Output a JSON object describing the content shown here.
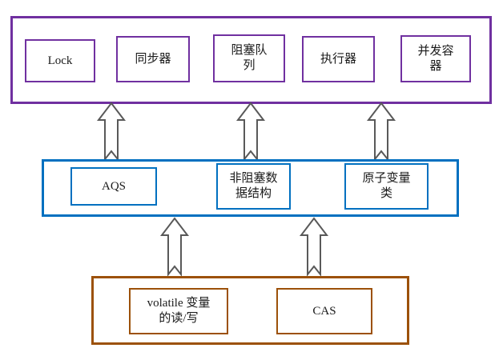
{
  "diagram": {
    "title": "Java Concurrency Layered Architecture",
    "colors": {
      "top_layer": "#7030A0",
      "middle_layer": "#0070C0",
      "bottom_layer": "#9C5109",
      "arrow_stroke": "#595959",
      "background": "#FFFFFF",
      "text": "#1A1A1A"
    },
    "layers": [
      {
        "id": "top",
        "name": "top-layer",
        "color": "#7030A0",
        "nodes": [
          {
            "id": "lock",
            "label": "Lock"
          },
          {
            "id": "synchronizer",
            "label": "同步器"
          },
          {
            "id": "blocking-queue",
            "label": "阻塞队\n列"
          },
          {
            "id": "executor",
            "label": "执行器"
          },
          {
            "id": "concurrent-container",
            "label": "并发容\n器"
          }
        ]
      },
      {
        "id": "middle",
        "name": "middle-layer",
        "color": "#0070C0",
        "nodes": [
          {
            "id": "aqs",
            "label": "AQS"
          },
          {
            "id": "nonblocking-ds",
            "label": "非阻塞数\n据结构"
          },
          {
            "id": "atomic-vars",
            "label": "原子变量\n类"
          }
        ]
      },
      {
        "id": "bottom",
        "name": "bottom-layer",
        "color": "#9C5109",
        "nodes": [
          {
            "id": "volatile-rw",
            "label": "volatile 变量\n的读/写"
          },
          {
            "id": "cas",
            "label": "CAS"
          }
        ]
      }
    ],
    "arrows": [
      {
        "id": "arrow-mid-to-aqs-top",
        "name": "up-arrow-1",
        "from": "middle",
        "to": "top"
      },
      {
        "id": "arrow-mid-to-nbds-top",
        "name": "up-arrow-2",
        "from": "middle",
        "to": "top"
      },
      {
        "id": "arrow-mid-to-atomic-top",
        "name": "up-arrow-3",
        "from": "middle",
        "to": "top"
      },
      {
        "id": "arrow-bottom-to-mid-1",
        "name": "up-arrow-4",
        "from": "bottom",
        "to": "middle"
      },
      {
        "id": "arrow-bottom-to-mid-2",
        "name": "up-arrow-5",
        "from": "bottom",
        "to": "middle"
      }
    ]
  }
}
